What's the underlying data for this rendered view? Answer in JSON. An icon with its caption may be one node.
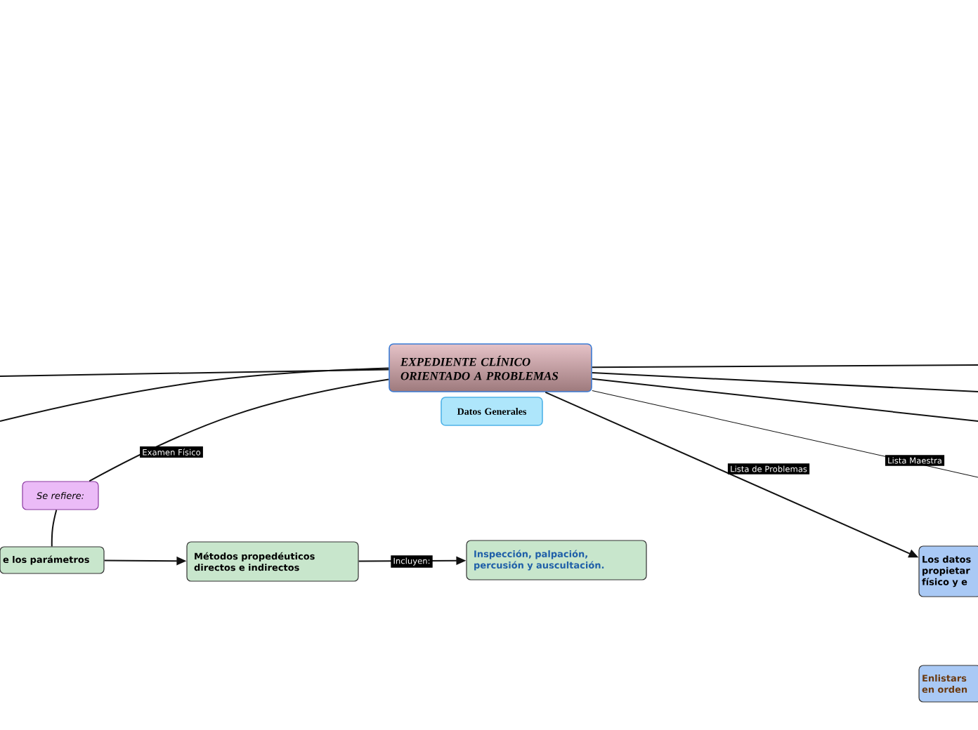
{
  "diagram": {
    "nodes": [
      {
        "text": [
          "EXPEDIENTE CLÍNICO ORIENTADO A PROBLEMAS"
        ]
      },
      {
        "text": [
          "Datos Generales"
        ]
      },
      {
        "text": [
          "Se refiere:"
        ]
      },
      {
        "text": [
          "e los parámetros"
        ]
      },
      {
        "text": [
          "Métodos propedéuticos directos e indirectos"
        ]
      },
      {
        "text": [
          "Inspección, palpación, percusión y auscultación."
        ]
      },
      {
        "text": [
          "Los datos propietar físico y e"
        ]
      },
      {
        "text": [
          "Enlistars en orden"
        ]
      }
    ],
    "edges": [
      {
        "from": 0,
        "to": null,
        "arrow": "none"
      },
      {
        "from": 0,
        "to": null,
        "arrow": "none"
      },
      {
        "from": 0,
        "to": 2,
        "arrow": "none",
        "label": "Examen Físico"
      },
      {
        "from": 2,
        "to": 3,
        "arrow": "none"
      },
      {
        "from": 3,
        "to": 4,
        "arrow": "to"
      },
      {
        "from": 4,
        "to": 5,
        "arrow": "to",
        "label": "Incluyen:"
      },
      {
        "from": 0,
        "to": 6,
        "arrow": "to",
        "label": "Lista de Problemas"
      },
      {
        "from": 0,
        "to": null,
        "arrow": "none",
        "label": "Lista Maestra"
      },
      {
        "from": 0,
        "to": null,
        "arrow": "none"
      },
      {
        "from": 0,
        "to": null,
        "arrow": "none"
      },
      {
        "from": 0,
        "to": null,
        "arrow": "none"
      }
    ]
  }
}
